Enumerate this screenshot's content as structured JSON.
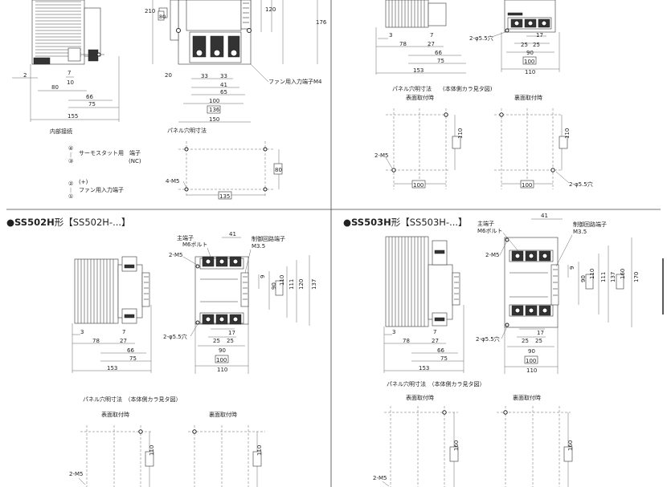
{
  "top_left": {
    "dims": [
      "210",
      "80",
      "120",
      "176",
      "2",
      "7",
      "10",
      "80",
      "66",
      "75",
      "155",
      "20",
      "33",
      "33",
      "41",
      "65",
      "100",
      "136",
      "150",
      "80",
      "135"
    ],
    "labels": {
      "fan_terminal": "ファン用入力端子M4",
      "internal_wiring": "内部接続",
      "panel_cutout": "パネル穴明寸法",
      "thermostat": "サーモスタット用　端子",
      "thermostat_nc": "(NC)",
      "plus": "(+)",
      "fan_input": "ファン用入力端子",
      "hole_4m5": "4-M5",
      "term_4": "④",
      "term_3": "③",
      "term_2": "②",
      "term_1": "①"
    }
  },
  "top_right": {
    "dims": [
      "3",
      "78",
      "7",
      "27",
      "66",
      "75",
      "153",
      "17",
      "25",
      "25",
      "90",
      "100",
      "110",
      "110",
      "100",
      "110",
      "100"
    ],
    "labels": {
      "hole_55": "2-φ5.5穴",
      "panel_cutout": "パネル穴明寸法　　(本体側カラ見タ図)",
      "front_mount": "表面取付時",
      "back_mount": "裏面取付時",
      "m5": "2-M5",
      "hole_55b": "2-φ5.5穴"
    }
  },
  "ss502": {
    "title_bold": "●SS502H",
    "title_kei": "形",
    "title_model": "【SS502H-...】",
    "labels": {
      "main_terminal": "主端子",
      "m6_bolt": "M6ボルト",
      "control_terminal": "制御回路端子",
      "m35": "M3.5",
      "m5": "2-M5",
      "hole_55": "2-φ5.5穴",
      "panel_cutout": "パネル穴明寸法　（本体側カラ見タ図）",
      "front_mount": "表面取付時",
      "back_mount": "裏面取付時",
      "m5b": "2-M5"
    },
    "dims": {
      "d41": "41",
      "d9": "9",
      "d90": "90",
      "d110": "110",
      "d111": "111",
      "d120": "120",
      "d137": "137",
      "d3": "3",
      "d78": "78",
      "d7": "7",
      "d27": "27",
      "d66": "66",
      "d75": "75",
      "d153": "153",
      "d17": "17",
      "d25a": "25",
      "d25b": "25",
      "d90b": "90",
      "d100": "100",
      "d110b": "110",
      "c110a": "110",
      "c110b": "110"
    }
  },
  "ss503": {
    "title_bold": "●SS503H",
    "title_kei": "形",
    "title_model": "【SS503H-...】",
    "labels": {
      "main_terminal": "主端子",
      "m6_bolt": "M6ボルト",
      "control_terminal": "制御回路端子",
      "m35": "M3.5",
      "m5": "2-M5",
      "hole_55": "2-φ5.5穴",
      "panel_cutout": "パネル穴明寸法　（本体側カラ見タ図）",
      "front_mount": "表面取付時",
      "back_mount": "裏面取付時",
      "m5b": "2-M5"
    },
    "dims": {
      "d41": "41",
      "d9": "9",
      "d90": "90",
      "d110": "110",
      "d111": "111",
      "d137": "137",
      "d160": "160",
      "d170": "170",
      "d3": "3",
      "d78": "78",
      "d7": "7",
      "d27": "27",
      "d66": "66",
      "d75": "75",
      "d153": "153",
      "d17": "17",
      "d25a": "25",
      "d25b": "25",
      "d90b": "90",
      "d100": "100",
      "d110b": "110",
      "c160a": "160",
      "c160b": "160"
    }
  }
}
